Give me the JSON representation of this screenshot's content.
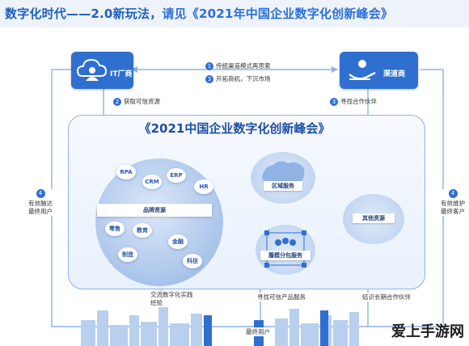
{
  "header": {
    "title_part1": "数字化时代——2.0新玩法，",
    "title_part2": "请见《2021年中国企业数字化创新峰会》"
  },
  "it_vendor": {
    "label": "IT厂商",
    "icon": "cloud-user-icon"
  },
  "channel_vendor": {
    "label": "渠道商",
    "icon": "hand-person-icon"
  },
  "steps_top": [
    {
      "num": "1",
      "text": "传统渠道模式再思索"
    },
    {
      "num": "3",
      "text": "开拓商机，下沉市场"
    }
  ],
  "step_left": {
    "num": "2",
    "text": "获取可信资源"
  },
  "step_right": {
    "num": "3",
    "text": "寻找合作伙伴"
  },
  "side_left": {
    "num": "4",
    "line1": "有效触达",
    "line2": "最终用户"
  },
  "side_right": {
    "num": "4",
    "line1": "有效维护",
    "line2": "最终客户"
  },
  "summit_title": "《2021中国企业数字化创新峰会》",
  "big_circle": {
    "band_label": "品牌资源",
    "pills": [
      "RPA",
      "CRM",
      "ERP",
      "HR",
      "零售",
      "教育",
      "金融",
      "制造",
      "科技"
    ]
  },
  "region_label": "区域服务",
  "other_label": "其他资源",
  "dist_label": "履模分包服务",
  "bottom_labels": [
    "交流数字化实践经验",
    "寻找可信产品服务",
    "结识长期合作伙伴"
  ],
  "footer_label": "最终用户",
  "watermark": "爱上手游网",
  "colors": {
    "accent": "#2f6fd0",
    "title": "#1e4fa3",
    "frame": "#8fb3e3"
  }
}
